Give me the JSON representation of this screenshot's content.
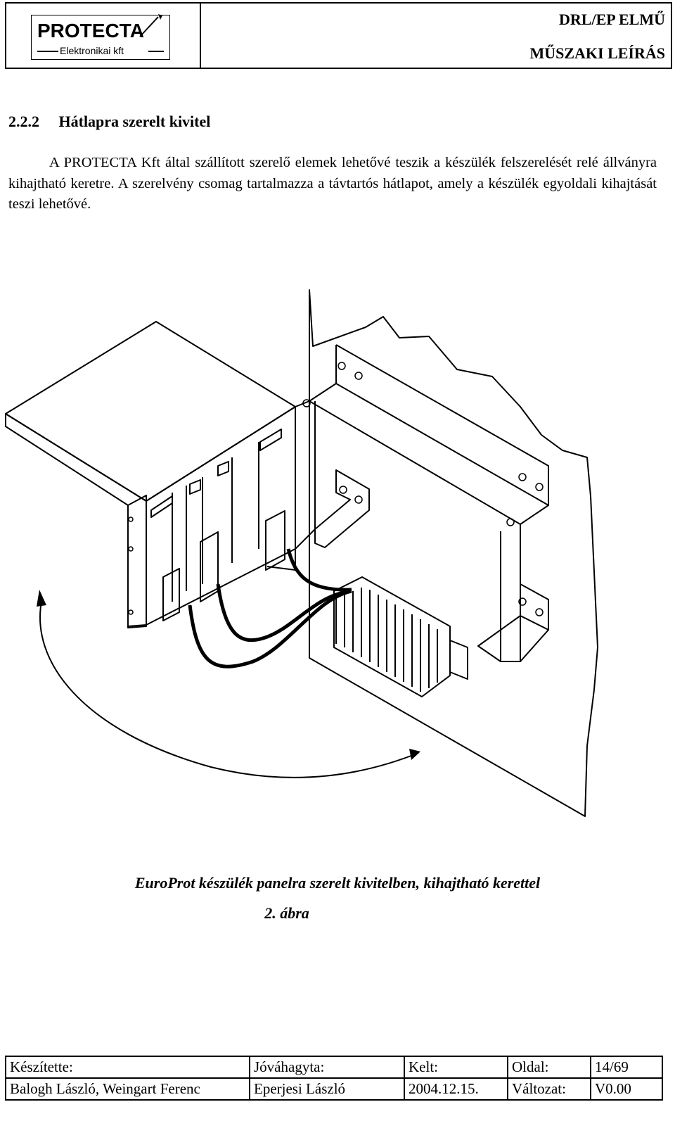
{
  "header": {
    "logo_main": "PROTECTA",
    "logo_sub": "Elektronikai kft",
    "doc_code": "DRL/EP ELMŰ",
    "doc_type": "MŰSZAKI LEÍRÁS"
  },
  "section": {
    "number": "2.2.2",
    "title": "Hátlapra szerelt kivitel"
  },
  "paragraph": "A PROTECTA Kft által szállított szerelő elemek lehetővé teszik a készülék felszerelését relé állványra kihajtható keretre. A szerelvény csomag tartalmazza a távtartós hátlapot, amely a készülék egyoldali kihajtását teszi lehetővé.",
  "figure": {
    "caption": "EuroProt készülék panelra szerelt kivitelben, kihajtható kerettel",
    "number": "2. ábra"
  },
  "footer": {
    "prepared_label": "Készítette:",
    "prepared_value": "Balogh László, Weingart Ferenc",
    "approved_label": "Jóváhagyta:",
    "approved_value": "Eperjesi László",
    "date_label": "Kelt:",
    "date_value": "2004.12.15.",
    "page_label": "Oldal:",
    "page_value": "14/69",
    "version_label": "Változat:",
    "version_value": "V0.00"
  }
}
